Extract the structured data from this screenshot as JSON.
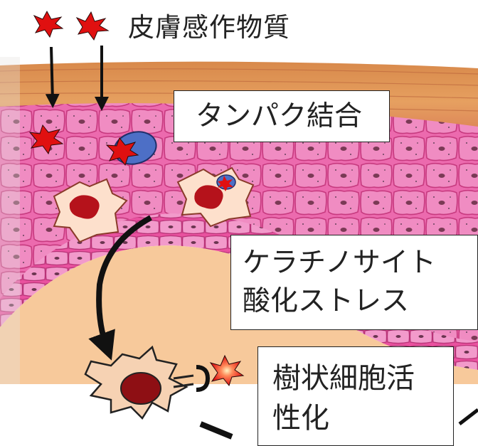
{
  "title": "皮膚感作物質",
  "labels": {
    "protein_binding": "タンパク結合",
    "keratinocyte_stress": "ケラチノサイト酸化ストレス",
    "dendritic_activation": "樹状細胞活性化"
  },
  "colors": {
    "skin_top": "#d98a4c",
    "epidermis": "#e9479a",
    "cell_fill": "#ef7fba",
    "cell_border": "#c73a7f",
    "dermis": "#f7c99b",
    "allergen": "#e01010",
    "dendritic_cell": "#f6d2b3",
    "nucleus": "#b5121b",
    "protein_blue": "#4d6fc6"
  },
  "icons": [
    "allergen-burst-icon",
    "protein-icon",
    "receptor-icon",
    "arrow-icon"
  ]
}
